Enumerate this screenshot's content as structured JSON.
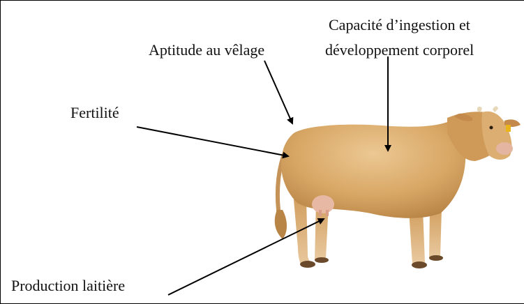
{
  "labels": {
    "ingestion_line1": "Capacité d’ingestion et",
    "ingestion_line2": "développement corporel",
    "velage": "Aptitude au vêlage",
    "fertilite": "Fertilité",
    "production_laitiere": "Production laitière"
  },
  "colors": {
    "cow_body": "#d8a765",
    "cow_shadow": "#b98547",
    "cow_light": "#ecc893",
    "arrow": "#000000"
  }
}
